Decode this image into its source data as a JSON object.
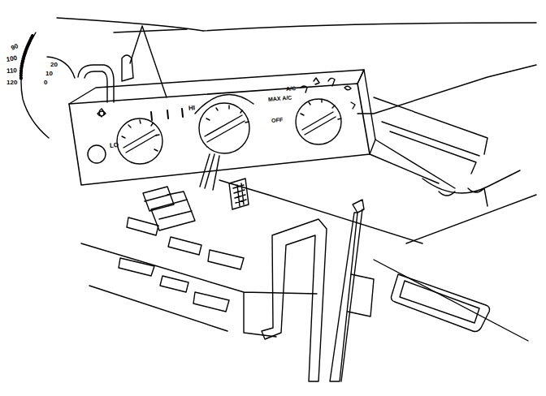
{
  "diagram": {
    "labels": [
      "90",
      "100",
      "110",
      "120",
      "20",
      "10",
      "0",
      "LO",
      "HI",
      "MAX A/C",
      "A/C",
      "OFF"
    ]
  }
}
